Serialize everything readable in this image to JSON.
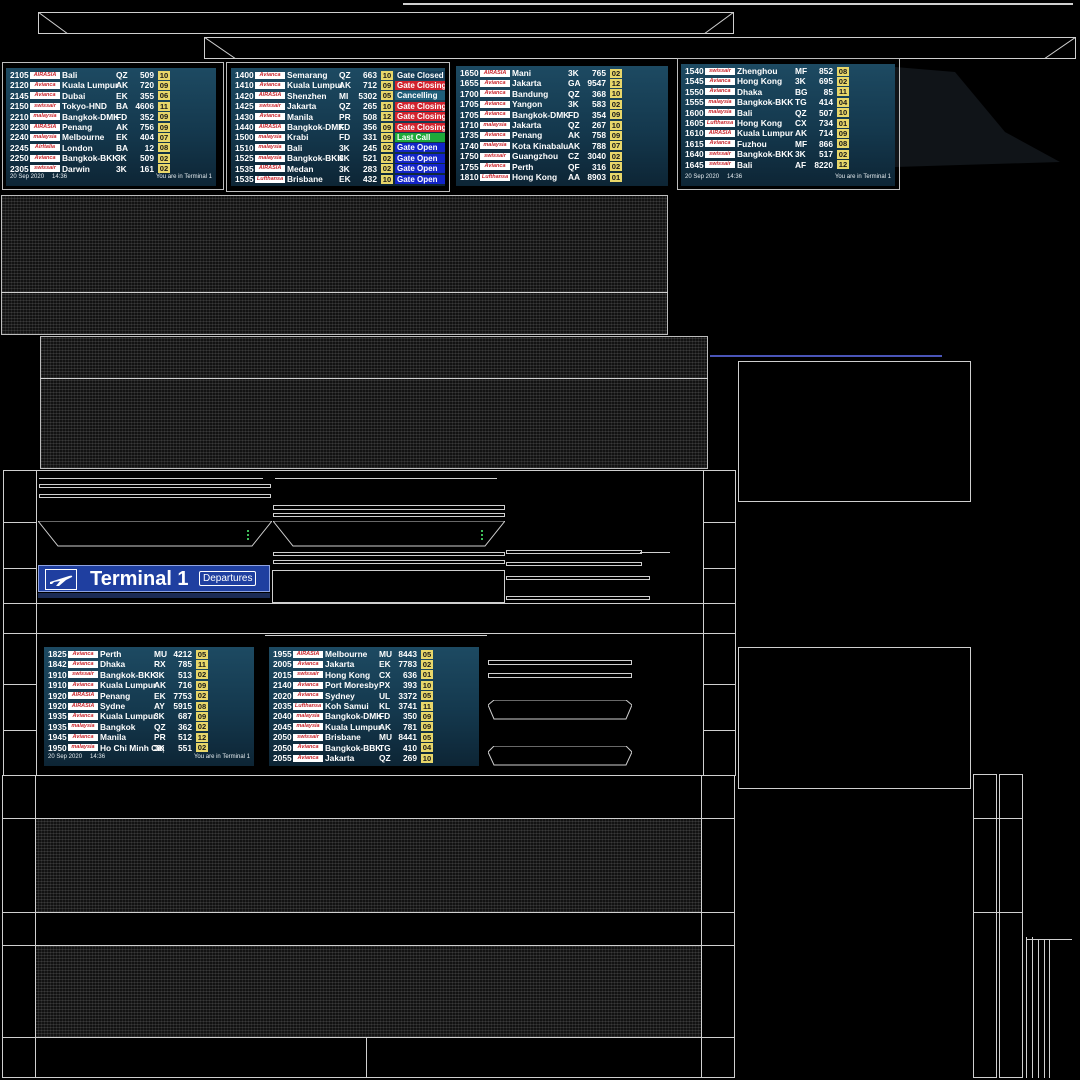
{
  "boards": [
    {
      "id": "board-1",
      "footer_date": "20 Sep 2020",
      "footer_time": "14:36",
      "footer_note": "You are in Terminal 1",
      "rows": [
        {
          "time": "2105",
          "logo": "AIRASIA",
          "dest": "Bali",
          "code": "QZ",
          "num": "509",
          "gate": "10"
        },
        {
          "time": "2120",
          "logo": "Avianca",
          "dest": "Kuala Lumpur",
          "code": "AK",
          "num": "720",
          "gate": "09"
        },
        {
          "time": "2145",
          "logo": "Avianca",
          "dest": "Dubai",
          "code": "EK",
          "num": "355",
          "gate": "06"
        },
        {
          "time": "2150",
          "logo": "swissair",
          "dest": "Tokyo-HND",
          "code": "BA",
          "num": "4606",
          "gate": "11"
        },
        {
          "time": "2210",
          "logo": "malaysia",
          "dest": "Bangkok-DMK",
          "code": "FD",
          "num": "352",
          "gate": "09"
        },
        {
          "time": "2230",
          "logo": "AIRASIA",
          "dest": "Penang",
          "code": "AK",
          "num": "756",
          "gate": "09"
        },
        {
          "time": "2240",
          "logo": "malaysia",
          "dest": "Melbourne",
          "code": "EK",
          "num": "404",
          "gate": "07"
        },
        {
          "time": "2245",
          "logo": "AirItalia",
          "dest": "London",
          "code": "BA",
          "num": "12",
          "gate": "08"
        },
        {
          "time": "2250",
          "logo": "Avianca",
          "dest": "Bangkok-BKK",
          "code": "3K",
          "num": "509",
          "gate": "02"
        },
        {
          "time": "2305",
          "logo": "swissair",
          "dest": "Darwin",
          "code": "3K",
          "num": "161",
          "gate": "02"
        }
      ]
    },
    {
      "id": "board-2",
      "rows": [
        {
          "time": "1400",
          "logo": "Avianca",
          "dest": "Semarang",
          "code": "QZ",
          "num": "663",
          "gate": "10",
          "status": "Gate Closed",
          "status_color": "#173e58"
        },
        {
          "time": "1410",
          "logo": "Avianca",
          "dest": "Kuala Lumpur",
          "code": "AK",
          "num": "712",
          "gate": "09",
          "status": "Gate Closing",
          "status_color": "#d2222d"
        },
        {
          "time": "1420",
          "logo": "AIRASIA",
          "dest": "Shenzhen",
          "code": "MI",
          "num": "5302",
          "gate": "05",
          "status": "Cancelling",
          "status_color": "#1f5f7a"
        },
        {
          "time": "1425",
          "logo": "swissair",
          "dest": "Jakarta",
          "code": "QZ",
          "num": "265",
          "gate": "10",
          "status": "Gate Closing",
          "status_color": "#d2222d"
        },
        {
          "time": "1430",
          "logo": "Avianca",
          "dest": "Manila",
          "code": "PR",
          "num": "508",
          "gate": "12",
          "status": "Gate Closing",
          "status_color": "#d2222d"
        },
        {
          "time": "1440",
          "logo": "AIRASIA",
          "dest": "Bangkok-DMK",
          "code": "FD",
          "num": "356",
          "gate": "09",
          "status": "Gate Closing",
          "status_color": "#d2222d"
        },
        {
          "time": "1500",
          "logo": "malaysia",
          "dest": "Krabi",
          "code": "FD",
          "num": "331",
          "gate": "09",
          "status": "Last Call",
          "status_color": "#1faa3a"
        },
        {
          "time": "1510",
          "logo": "malaysia",
          "dest": "Bali",
          "code": "3K",
          "num": "245",
          "gate": "02",
          "status": "Gate Open",
          "status_color": "#1224c8"
        },
        {
          "time": "1525",
          "logo": "malaysia",
          "dest": "Bangkok-BKK",
          "code": "3K",
          "num": "521",
          "gate": "02",
          "status": "Gate Open",
          "status_color": "#1224c8"
        },
        {
          "time": "1535",
          "logo": "AIRASIA",
          "dest": "Medan",
          "code": "3K",
          "num": "283",
          "gate": "02",
          "status": "Gate Open",
          "status_color": "#1224c8"
        },
        {
          "time": "1535",
          "logo": "Lufthansa",
          "dest": "Brisbane",
          "code": "EK",
          "num": "432",
          "gate": "10",
          "status": "Gate Open",
          "status_color": "#1224c8"
        }
      ]
    },
    {
      "id": "board-3",
      "rows": [
        {
          "time": "1650",
          "logo": "AIRASIA",
          "dest": "Mani",
          "code": "3K",
          "num": "765",
          "gate": "02"
        },
        {
          "time": "1655",
          "logo": "Avianca",
          "dest": "Jakarta",
          "code": "GA",
          "num": "9547",
          "gate": "12"
        },
        {
          "time": "1700",
          "logo": "Avianca",
          "dest": "Bandung",
          "code": "QZ",
          "num": "368",
          "gate": "10"
        },
        {
          "time": "1705",
          "logo": "Avianca",
          "dest": "Yangon",
          "code": "3K",
          "num": "583",
          "gate": "02"
        },
        {
          "time": "1705",
          "logo": "Avianca",
          "dest": "Bangkok-DMK",
          "code": "FD",
          "num": "354",
          "gate": "09"
        },
        {
          "time": "1710",
          "logo": "malaysia",
          "dest": "Jakarta",
          "code": "QZ",
          "num": "267",
          "gate": "10"
        },
        {
          "time": "1735",
          "logo": "Avianca",
          "dest": "Penang",
          "code": "AK",
          "num": "758",
          "gate": "09"
        },
        {
          "time": "1740",
          "logo": "malaysia",
          "dest": "Kota Kinabalu",
          "code": "AK",
          "num": "788",
          "gate": "07"
        },
        {
          "time": "1750",
          "logo": "swissair",
          "dest": "Guangzhou",
          "code": "CZ",
          "num": "3040",
          "gate": "02"
        },
        {
          "time": "1755",
          "logo": "Avianca",
          "dest": "Perth",
          "code": "QF",
          "num": "316",
          "gate": "02"
        },
        {
          "time": "1810",
          "logo": "Lufthansa",
          "dest": "Hong Kong",
          "code": "AA",
          "num": "8903",
          "gate": "01"
        }
      ]
    },
    {
      "id": "board-4",
      "footer_date": "20 Sep 2020",
      "footer_time": "14:36",
      "footer_note": "You are in Terminal 1",
      "rows": [
        {
          "time": "1540",
          "logo": "swissair",
          "dest": "Zhenghou",
          "code": "MF",
          "num": "852",
          "gate": "08"
        },
        {
          "time": "1545",
          "logo": "Avianca",
          "dest": "Hong Kong",
          "code": "3K",
          "num": "695",
          "gate": "02"
        },
        {
          "time": "1550",
          "logo": "Avianca",
          "dest": "Dhaka",
          "code": "BG",
          "num": "85",
          "gate": "11"
        },
        {
          "time": "1555",
          "logo": "malaysia",
          "dest": "Bangkok-BKK",
          "code": "TG",
          "num": "414",
          "gate": "04"
        },
        {
          "time": "1600",
          "logo": "malaysia",
          "dest": "Bali",
          "code": "QZ",
          "num": "507",
          "gate": "10"
        },
        {
          "time": "1605",
          "logo": "Lufthansa",
          "dest": "Hong Kong",
          "code": "CX",
          "num": "734",
          "gate": "01"
        },
        {
          "time": "1610",
          "logo": "AIRASIA",
          "dest": "Kuala Lumpur",
          "code": "AK",
          "num": "714",
          "gate": "09"
        },
        {
          "time": "1615",
          "logo": "Avianca",
          "dest": "Fuzhou",
          "code": "MF",
          "num": "866",
          "gate": "08"
        },
        {
          "time": "1640",
          "logo": "swissair",
          "dest": "Bangkok-BKK",
          "code": "3K",
          "num": "517",
          "gate": "02"
        },
        {
          "time": "1645",
          "logo": "swissair",
          "dest": "Bali",
          "code": "AF",
          "num": "8220",
          "gate": "12"
        }
      ]
    },
    {
      "id": "board-5",
      "footer_date": "20 Sep 2020",
      "footer_time": "14:36",
      "footer_note": "You are in Terminal 1",
      "rows": [
        {
          "time": "1825",
          "logo": "Avianca",
          "dest": "Perth",
          "code": "MU",
          "num": "4212",
          "gate": "05"
        },
        {
          "time": "1842",
          "logo": "Avianca",
          "dest": "Dhaka",
          "code": "RX",
          "num": "785",
          "gate": "11"
        },
        {
          "time": "1910",
          "logo": "swissair",
          "dest": "Bangkok-BKK",
          "code": "3K",
          "num": "513",
          "gate": "02"
        },
        {
          "time": "1910",
          "logo": "Avianca",
          "dest": "Kuala Lumpur",
          "code": "AK",
          "num": "716",
          "gate": "09"
        },
        {
          "time": "1920",
          "logo": "AIRASIA",
          "dest": "Penang",
          "code": "EK",
          "num": "7753",
          "gate": "02"
        },
        {
          "time": "1920",
          "logo": "AIRASIA",
          "dest": "Sydne",
          "code": "AY",
          "num": "5915",
          "gate": "08"
        },
        {
          "time": "1935",
          "logo": "Avianca",
          "dest": "Kuala Lumpur",
          "code": "3K",
          "num": "687",
          "gate": "09"
        },
        {
          "time": "1935",
          "logo": "malaysia",
          "dest": "Bangkok",
          "code": "QZ",
          "num": "362",
          "gate": "02"
        },
        {
          "time": "1945",
          "logo": "Avianca",
          "dest": "Manila",
          "code": "PR",
          "num": "512",
          "gate": "12"
        },
        {
          "time": "1950",
          "logo": "malaysia",
          "dest": "Ho Chi Minh City",
          "code": "3K",
          "num": "551",
          "gate": "02"
        }
      ]
    },
    {
      "id": "board-6",
      "rows": [
        {
          "time": "1955",
          "logo": "AIRASIA",
          "dest": "Melbourne",
          "code": "MU",
          "num": "8443",
          "gate": "05"
        },
        {
          "time": "2005",
          "logo": "Avianca",
          "dest": "Jakarta",
          "code": "EK",
          "num": "7783",
          "gate": "02"
        },
        {
          "time": "2015",
          "logo": "swissair",
          "dest": "Hong Kong",
          "code": "CX",
          "num": "636",
          "gate": "01"
        },
        {
          "time": "2140",
          "logo": "Avianca",
          "dest": "Port Moresby",
          "code": "PX",
          "num": "393",
          "gate": "10"
        },
        {
          "time": "2020",
          "logo": "Avianca",
          "dest": "Sydney",
          "code": "UL",
          "num": "3372",
          "gate": "05"
        },
        {
          "time": "2035",
          "logo": "Lufthansa",
          "dest": "Koh Samui",
          "code": "KL",
          "num": "3741",
          "gate": "11"
        },
        {
          "time": "2040",
          "logo": "malaysia",
          "dest": "Bangkok-DMK",
          "code": "FD",
          "num": "350",
          "gate": "09"
        },
        {
          "time": "2045",
          "logo": "malaysia",
          "dest": "Kuala Lumpur",
          "code": "AK",
          "num": "781",
          "gate": "09"
        },
        {
          "time": "2050",
          "logo": "swissair",
          "dest": "Brisbane",
          "code": "MU",
          "num": "8441",
          "gate": "05"
        },
        {
          "time": "2050",
          "logo": "Avianca",
          "dest": "Bangkok-BBK",
          "code": "TG",
          "num": "410",
          "gate": "04"
        },
        {
          "time": "2055",
          "logo": "Avianca",
          "dest": "Jakarta",
          "code": "QZ",
          "num": "269",
          "gate": "10"
        }
      ]
    }
  ],
  "terminal_sign": {
    "title": "Terminal 1",
    "subtitle": "Departures",
    "icon": "airplane-icon"
  },
  "colors": {
    "gate_badge": "#e8d76a",
    "board_bg": "#174159",
    "sign_bg": "#1f3fa0"
  }
}
